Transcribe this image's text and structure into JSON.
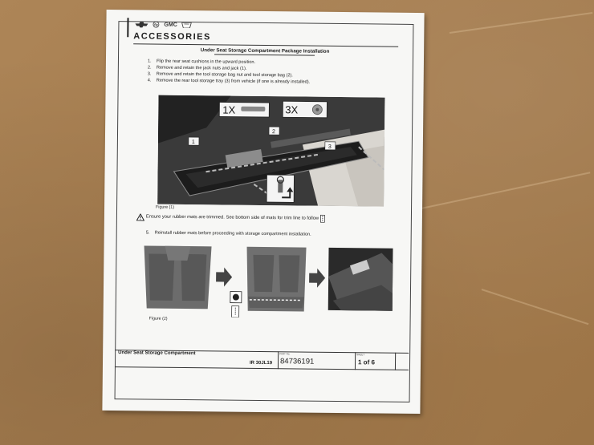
{
  "header": {
    "brands": [
      "GMC"
    ],
    "title": "ACCESSORIES"
  },
  "document": {
    "title": "Under Seat Storage Compartment Package Installation",
    "steps": [
      {
        "num": "1.",
        "text": "Flip the rear seat cushions in the upward position."
      },
      {
        "num": "2.",
        "text": "Remove and retain the jack nuts and jack (1)."
      },
      {
        "num": "3.",
        "text": "Remove and retain the tool storage bag nut and tool storage bag (2)."
      },
      {
        "num": "4.",
        "text": "Remove the rear tool storage tray (3) from vehicle (if one is already installed)."
      }
    ],
    "figure1": {
      "caption": "Figure (1)",
      "callouts": [
        "1",
        "2",
        "3"
      ],
      "qty_a": "1X",
      "qty_b": "3X"
    },
    "warning": "Ensure your rubber mats are trimmed. See bottom side of mats for trim line to follow",
    "step5": {
      "num": "5.",
      "text": "Reinstall rubber mats before proceeding with storage compartment installation."
    },
    "figure2": {
      "caption": "Figure (2)"
    }
  },
  "footer": {
    "title": "Under Seat Storage Compartment",
    "ir": "IR 30JL19",
    "part_label": "PART No.",
    "part_no": "84736191",
    "sheet_label": "SHEET",
    "sheet": "1 of 6"
  }
}
